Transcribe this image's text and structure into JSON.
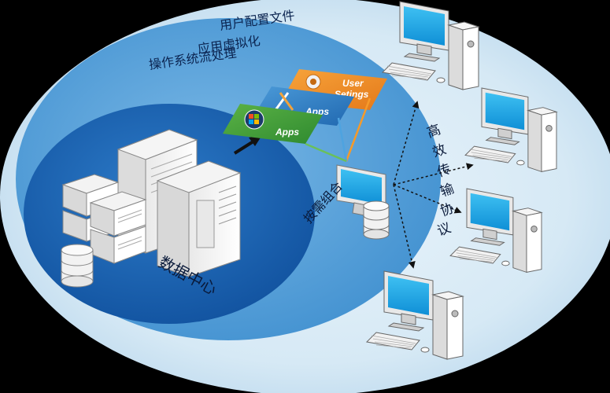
{
  "labels": {
    "user_profile": "用户配置文件",
    "app_virtualization": "应用虚拟化",
    "os_streaming": "操作系统流处理",
    "data_center": "数据中心",
    "on_demand": "按需组合",
    "efficient_protocol": "高效传输协议"
  },
  "cards": {
    "user_settings_line1": "User",
    "user_settings_line2": "Setings",
    "apps_blue": "Apps",
    "apps_green": "Apps"
  },
  "colors": {
    "outer_ellipse": "#cfe6f4",
    "middle_ellipse": "#4f9fd9",
    "inner_ellipse": "#155fb0",
    "card_orange": "#ef8a1a",
    "card_blue": "#2f7fc6",
    "card_green": "#3d9a3a"
  },
  "icons": [
    "server-rack-icon",
    "database-icon",
    "windows-logo-icon",
    "app-tools-icon",
    "user-settings-icon",
    "desktop-pc-icon",
    "arrow-icon"
  ]
}
